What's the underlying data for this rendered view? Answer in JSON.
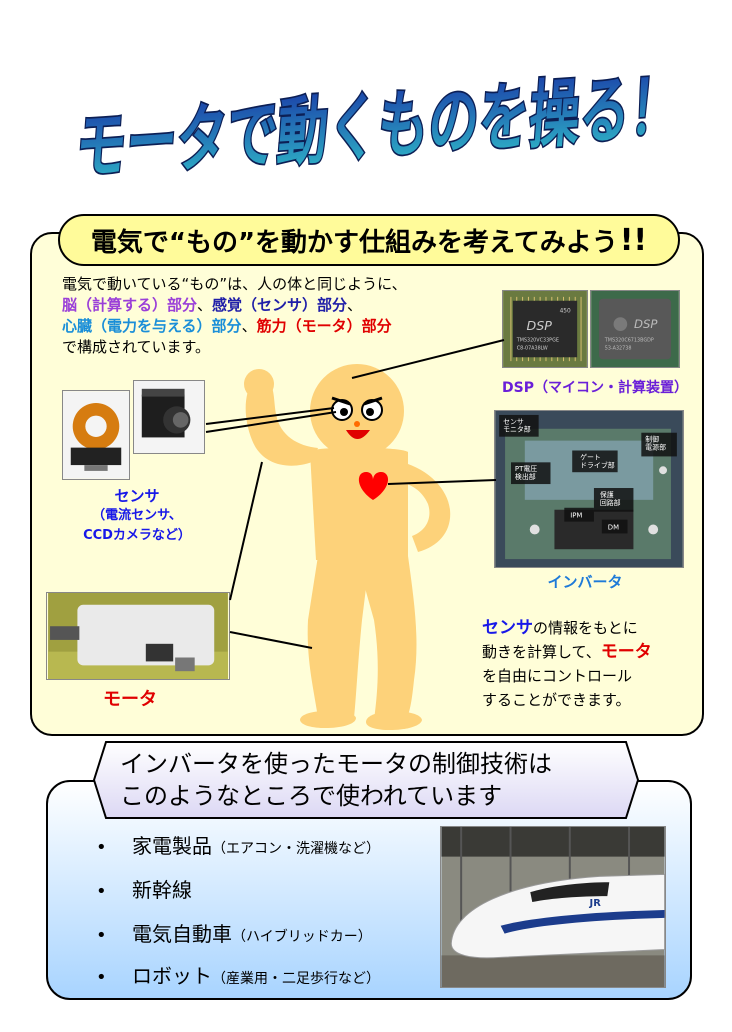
{
  "title": "モータで動くものを操る！",
  "section1": {
    "banner_main": "電気で“もの”を動かす仕組みを考えてみよう",
    "banner_bang": "!!",
    "intro": {
      "line1": "電気で動いている“もの”は、人の体と同じように、",
      "brain": "脳（計算する）部分",
      "sep1": "、",
      "sense": "感覚（センサ）部分",
      "sep2": "、",
      "heart": "心臓（電力を与える）部分",
      "sep3": "、",
      "muscle": "筋力（モータ）部分",
      "line4": "で構成されています。"
    },
    "dsp_caption": "DSP（マイコン・計算装置）",
    "dsp_chip1": {
      "line1": "450",
      "line2": "DSP",
      "line3": "TMS320VC33PGE",
      "line4": "C8-07A38LW"
    },
    "dsp_chip2": {
      "line1": "DSP",
      "line2": "TMS320C6713BGDP",
      "line3": "53-A32738"
    },
    "inverter_caption": "インバータ",
    "inverter_labels": {
      "sensor_monitor": "センサ\nモニタ部",
      "gate_drive": "ゲート\nドライブ部",
      "control": "制御\n電源部",
      "pt_voltage": "PT電圧\n検出部",
      "protection": "保護\n回路部",
      "ipm": "IPM",
      "dm": "DM"
    },
    "sensor_caption": {
      "line1": "センサ",
      "line2": "（電流センサ、",
      "line3": "CCDカメラなど）"
    },
    "motor_caption": "モータ",
    "desc": {
      "w1": "センサ",
      "t1": "の情報をもとに",
      "t2": "動きを計算して、",
      "w2": "モータ",
      "t3": "を自由にコントロール",
      "t4": "することができます。"
    }
  },
  "section2": {
    "banner_line1": "インバータを使ったモータの制御技術は",
    "banner_line2": "このようなところで使われています",
    "items": [
      {
        "bullet": "•",
        "main": "家電製品",
        "sub": "（エアコン・洗濯機など）"
      },
      {
        "bullet": "•",
        "main": "新幹線",
        "sub": ""
      },
      {
        "bullet": "•",
        "main": "電気自動車",
        "sub": "（ハイブリッドカー）"
      },
      {
        "bullet": "•",
        "main": "ロボット",
        "sub": "（産業用・二足歩行など）"
      }
    ],
    "train_badge": "JR"
  },
  "colors": {
    "panel1_bg": "#fffed8",
    "banner1_bg": "#fffb9a",
    "figure_skin": "#fdd27a",
    "heart": "#ff0000",
    "title_top": "#1b3fa8",
    "title_bottom": "#2fb8c8"
  }
}
